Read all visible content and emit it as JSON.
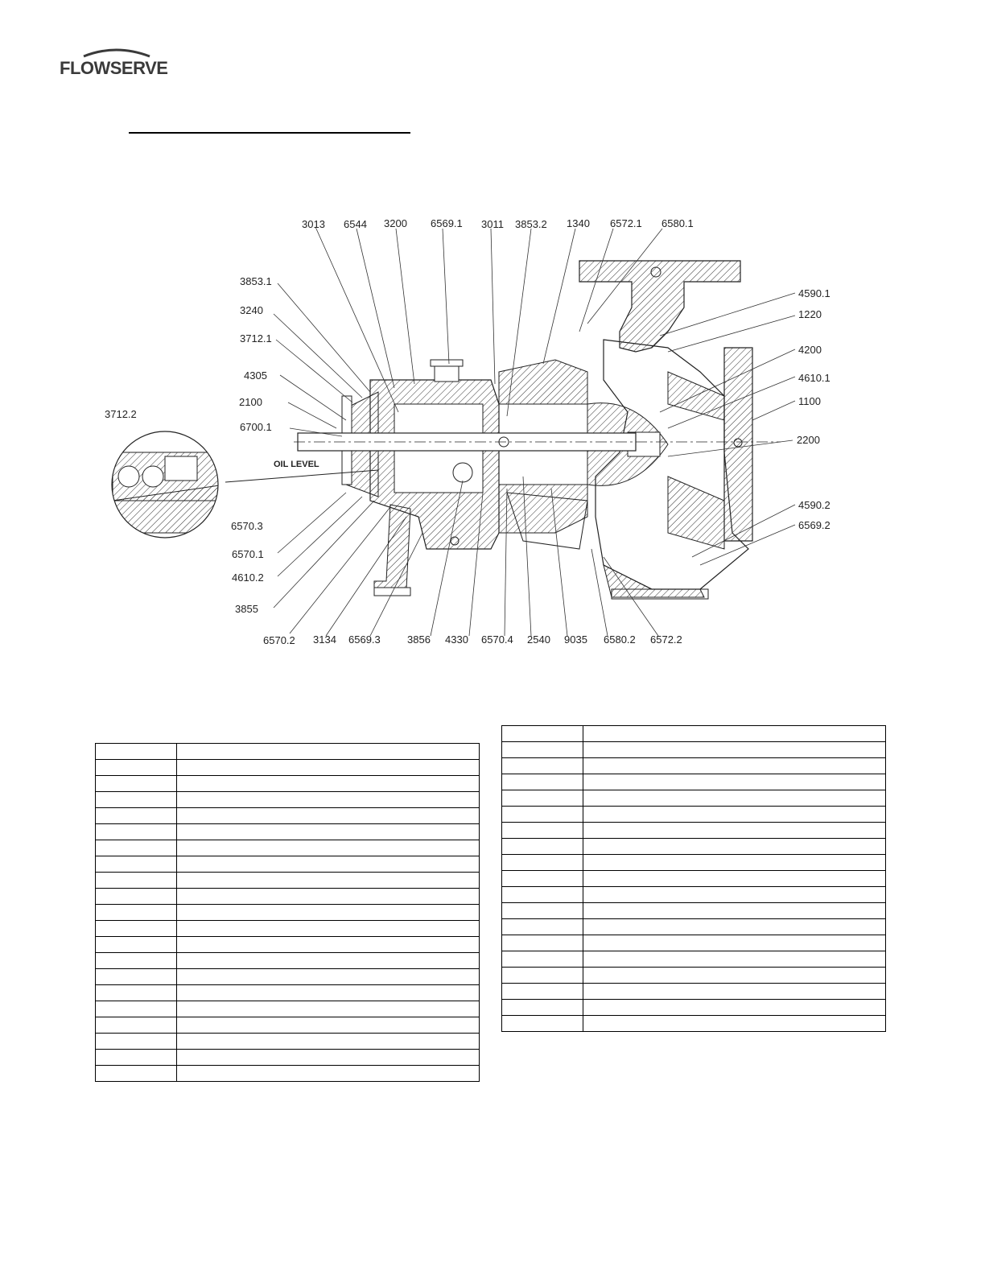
{
  "brand": {
    "name": "FLOWSERVE",
    "color": "#3a3a3a"
  },
  "drawing": {
    "oil_level_label": "OIL LEVEL",
    "top_labels": [
      "3013",
      "6544",
      "3200",
      "6569.1",
      "3011",
      "3853.2",
      "1340",
      "6572.1",
      "6580.1"
    ],
    "left_labels": [
      "3853.1",
      "3240",
      "3712.1",
      "4305",
      "2100",
      "6700.1"
    ],
    "detail_label": "3712.2",
    "detail_labels_bottom": [
      "6570.3",
      "6570.1",
      "4610.2",
      "3855"
    ],
    "right_labels": [
      "4590.1",
      "1220",
      "4200",
      "4610.1",
      "1100",
      "2200",
      "4590.2",
      "6569.2"
    ],
    "bottom_labels": [
      "6570.2",
      "3134",
      "6569.3",
      "3856",
      "4330",
      "6570.4",
      "2540",
      "9035",
      "6580.2",
      "6572.2"
    ]
  },
  "tables": {
    "left_rows": 21,
    "right_rows": 19
  }
}
